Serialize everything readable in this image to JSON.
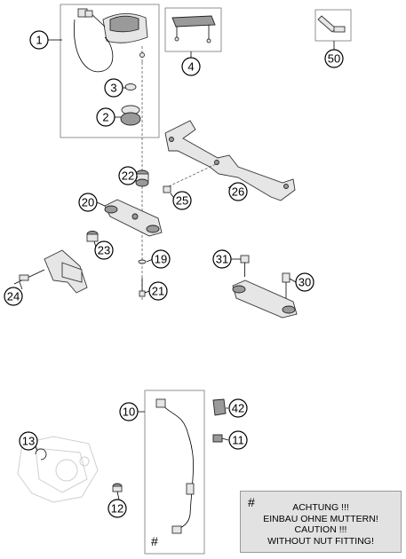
{
  "callouts": [
    {
      "id": "1",
      "label": "1"
    },
    {
      "id": "2",
      "label": "2"
    },
    {
      "id": "3",
      "label": "3"
    },
    {
      "id": "4",
      "label": "4"
    },
    {
      "id": "50",
      "label": "50"
    },
    {
      "id": "22",
      "label": "22"
    },
    {
      "id": "26",
      "label": "26"
    },
    {
      "id": "20",
      "label": "20"
    },
    {
      "id": "25",
      "label": "25"
    },
    {
      "id": "23",
      "label": "23"
    },
    {
      "id": "19",
      "label": "19"
    },
    {
      "id": "24",
      "label": "24"
    },
    {
      "id": "21",
      "label": "21"
    },
    {
      "id": "31",
      "label": "31"
    },
    {
      "id": "30",
      "label": "30"
    },
    {
      "id": "10",
      "label": "10"
    },
    {
      "id": "42",
      "label": "42"
    },
    {
      "id": "13",
      "label": "13"
    },
    {
      "id": "11",
      "label": "11"
    },
    {
      "id": "12",
      "label": "12"
    }
  ],
  "hash_marks": {
    "cable": "#",
    "note": "#"
  },
  "note": {
    "lines": [
      "ACHTUNG !!!",
      "EINBAU OHNE MUTTERN!",
      "CAUTION !!!",
      "WITHOUT NUT FITTING!"
    ]
  }
}
